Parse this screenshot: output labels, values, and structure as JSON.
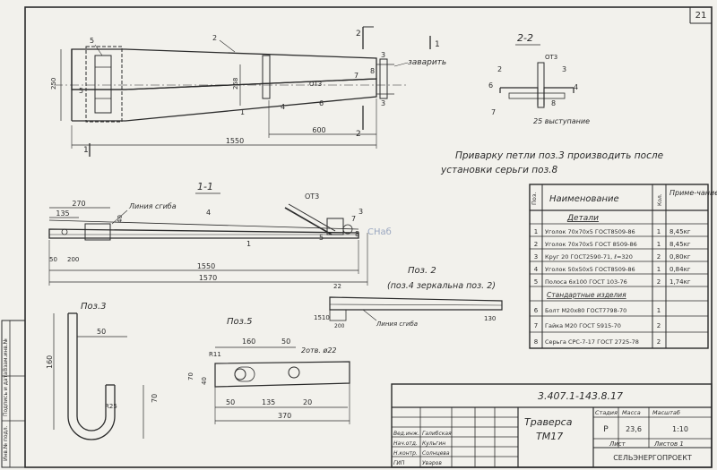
{
  "sheet_number": "21",
  "side_labels": {
    "a": "Инв.№ подл.",
    "b": "Подпись и дата",
    "c": "Взам.инв.№"
  },
  "view_plan": {
    "dims": {
      "d250": "250",
      "d258": "258",
      "d600": "600",
      "d1550": "1550"
    },
    "marks": {
      "m1": "1",
      "m2": "2",
      "m2b": "2",
      "m3": "3",
      "m3b": "3",
      "m4": "4",
      "m5": "5",
      "m5b": "5",
      "m6": "6",
      "m7": "7",
      "m8": "8"
    },
    "ot3": "ОТ3",
    "zavarit": "заварить"
  },
  "section_22": {
    "title": "2-2",
    "ot3": "ОТ3",
    "m2": "2",
    "m3": "3",
    "m4": "4",
    "m6": "6",
    "m7": "7",
    "m8": "8",
    "vystupanie": "25 выступание"
  },
  "note": {
    "line1": "Приварку петли поз.3 производить после",
    "line2": "установки серьги поз.8"
  },
  "section_11": {
    "title": "1-1",
    "liniya_sgiba": "Линия сгиба",
    "ot3": "ОТ3",
    "dims": {
      "d270": "270",
      "d135": "135",
      "d40": "40",
      "d50": "50",
      "d200": "200",
      "d1550": "1550",
      "d1570": "1570"
    },
    "marks": {
      "m1": "1",
      "m3": "3",
      "m4": "4",
      "m5": "5",
      "m7": "7",
      "m8": "8"
    }
  },
  "poz2": {
    "title": "Поз. 2",
    "subtitle": "(поз.4 зеркальна поз. 2)",
    "d22": "22",
    "d1510": "1510",
    "d130": "130",
    "d200": "200",
    "liniya_sgiba": "Линия сгиба"
  },
  "poz3": {
    "title": "Поз.3",
    "d50": "50",
    "d160": "160",
    "d70": "70",
    "r25": "R25"
  },
  "poz5": {
    "title": "Поз.5",
    "d160": "160",
    "d50": "50",
    "d70": "70",
    "d40": "40",
    "r11": "R11",
    "otv": "2отв. ø22",
    "d135": "135",
    "d50b": "50",
    "d20": "20",
    "d370": "370"
  },
  "spec": {
    "headers": {
      "pos": "Поз.",
      "name": "Наименование",
      "qty": "Кол.",
      "note": "Приме-чание"
    },
    "group_details": "Детали",
    "group_std": "Стандартные изделия",
    "rows_details": [
      {
        "pos": "1",
        "name": "Уголок 70х70х5 ГОСТ8509-86",
        "qty": "1",
        "note": "8,45кг"
      },
      {
        "pos": "2",
        "name": "Уголок 70х70х5 ГОСТ 8509-86",
        "qty": "1",
        "note": "8,45кг"
      },
      {
        "pos": "3",
        "name": "Круг 20 ГОСТ2590-71, ℓ=320",
        "qty": "2",
        "note": "0,80кг"
      },
      {
        "pos": "4",
        "name": "Уголок 50х50х5 ГОСТ8509-86",
        "qty": "1",
        "note": "0,84кг"
      },
      {
        "pos": "5",
        "name": "Полоса 6х100 ГОСТ 103-76",
        "qty": "2",
        "note": "1,74кг"
      }
    ],
    "rows_std": [
      {
        "pos": "6",
        "name": "Болт М20х80 ГОСТ7798-70",
        "qty": "1",
        "note": ""
      },
      {
        "pos": "7",
        "name": "Гайка М20 ГОСТ 5915-70",
        "qty": "2",
        "note": ""
      },
      {
        "pos": "8",
        "name": "Серьга СРС-7-17 ГОСТ 2725-78",
        "qty": "2",
        "note": ""
      }
    ]
  },
  "title_block": {
    "code": "3.407.1-143.8.17",
    "name_line1": "Траверса",
    "name_line2": "ТМ17",
    "stadiya_h": "Стадия",
    "massa_h": "Масса",
    "masshtab_h": "Масштаб",
    "stadiya": "Р",
    "massa": "23,6",
    "masshtab": "1:10",
    "list": "Лист",
    "listov": "Листов 1",
    "org": "СЕЛЬЭНЕРГОПРОЕКТ",
    "sig_rows": [
      {
        "role": "Нач.отд.",
        "name": "Кульгин"
      },
      {
        "role": "Н.контр.",
        "name": "Солнцева"
      },
      {
        "role": "ГИП",
        "name": "Уваров"
      },
      {
        "role": "Вед.инж.",
        "name": "Галибская"
      }
    ]
  },
  "watermark": "СНаб"
}
